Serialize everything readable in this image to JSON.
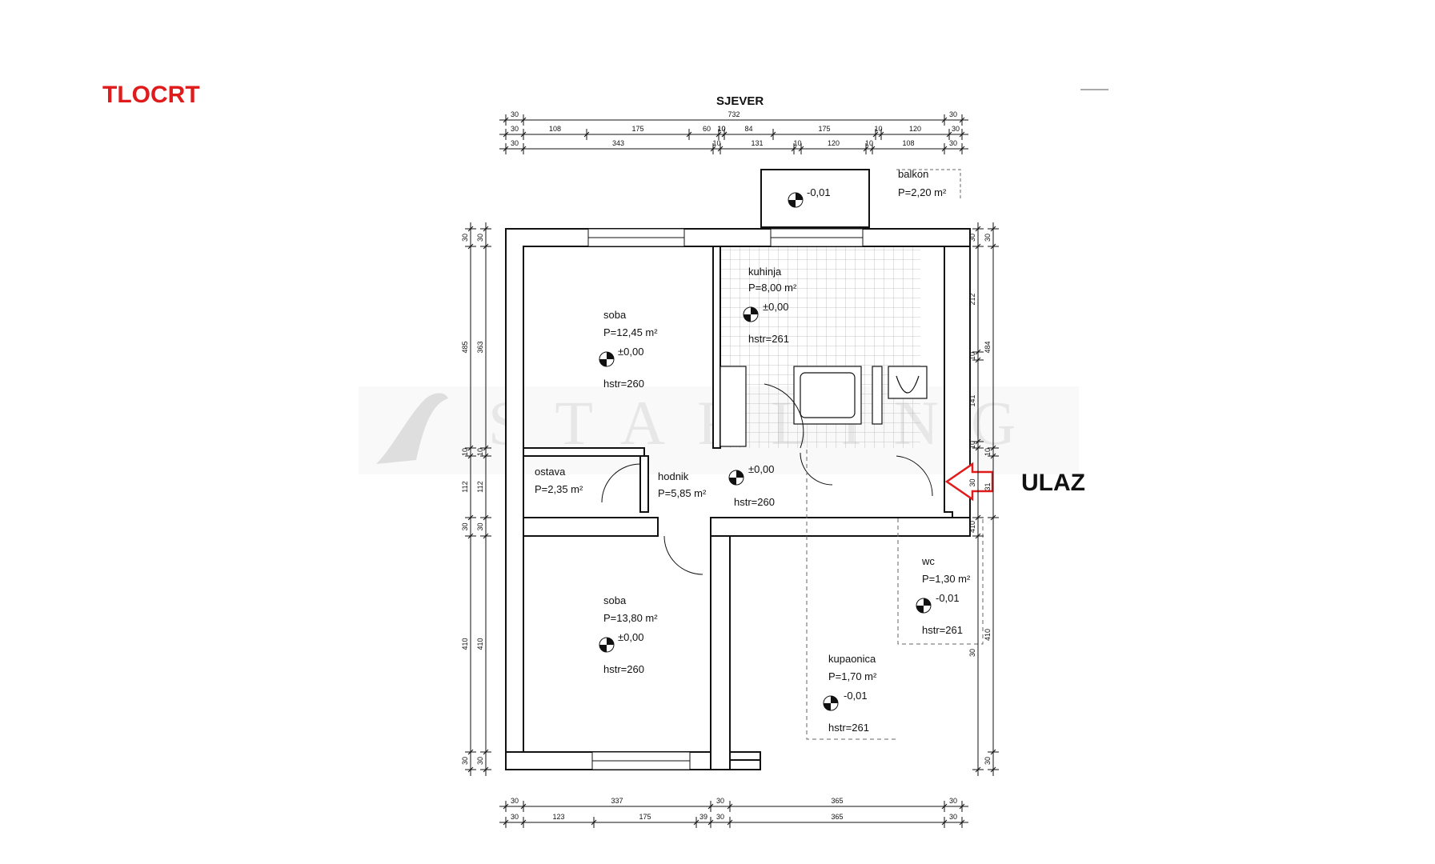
{
  "header": {
    "title": "TLOCRT"
  },
  "north_label": "SJEVER",
  "entrance_label": "ULAZ",
  "watermark": "STARLING",
  "colors": {
    "accent": "#e01b1b",
    "wall": "#111111",
    "tile_grid": "#b5b5b5"
  },
  "rooms": {
    "balkon": {
      "name": "balkon",
      "area": "P=2,20 m²",
      "level": "-0,01"
    },
    "kuhinja": {
      "name": "kuhinja",
      "area": "P=8,00 m²",
      "level": "±0,00",
      "height": "hstr=261"
    },
    "soba_top": {
      "name": "soba",
      "area": "P=12,45 m²",
      "level": "±0,00",
      "height": "hstr=260"
    },
    "ostava": {
      "name": "ostava",
      "area": "P=2,35 m²"
    },
    "hodnik": {
      "name": "hodnik",
      "area": "P=5,85 m²",
      "level": "±0,00",
      "height": "hstr=260"
    },
    "soba_bot": {
      "name": "soba",
      "area": "P=13,80 m²",
      "level": "±0,00",
      "height": "hstr=260"
    },
    "wc": {
      "name": "wc",
      "area": "P=1,30 m²",
      "level": "-0,01",
      "height": "hstr=261"
    },
    "kupaonica": {
      "name": "kupaonica",
      "area": "P=1,70 m²",
      "level": "-0,01",
      "height": "hstr=261"
    }
  },
  "dims_top": {
    "row1": [
      "30",
      "732",
      "30"
    ],
    "row2": [
      "30",
      "108",
      "175",
      "60",
      "10",
      "10",
      "84",
      "175",
      "10",
      "120",
      "30"
    ],
    "row3": [
      "30",
      "343",
      "10",
      "131",
      "10",
      "120",
      "10",
      "108",
      "30"
    ]
  },
  "dims_bottom": {
    "row1": [
      "30",
      "337",
      "30",
      "365",
      "30"
    ],
    "row2": [
      "30",
      "123",
      "175",
      "39",
      "30",
      "365",
      "30"
    ]
  },
  "dims_left": {
    "outer": [
      "30",
      "485",
      "10",
      "112",
      "30",
      "410",
      "30"
    ],
    "inner": [
      "30",
      "363",
      "10",
      "112",
      "30",
      "410",
      "30"
    ]
  },
  "dims_right": {
    "outer": [
      "30",
      "484",
      "10",
      "31",
      "410",
      "30"
    ],
    "inner": [
      "30",
      "212",
      "10",
      "141",
      "10",
      "30",
      "410",
      "30"
    ]
  }
}
